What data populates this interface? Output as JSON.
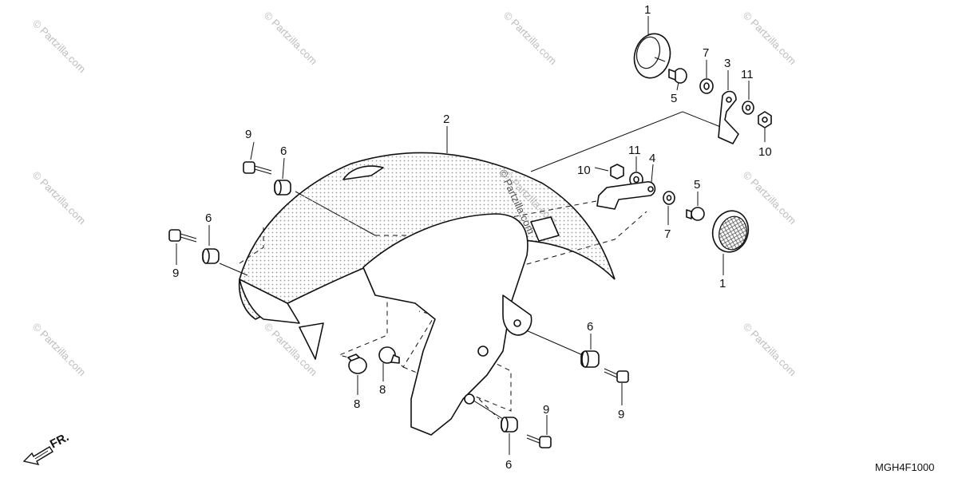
{
  "diagram_code": "MGH4F1000",
  "front_marker": "FR.",
  "watermark": "© Partzilla.com",
  "callouts": {
    "c1_top": "1",
    "c1_bottom": "1",
    "c2": "2",
    "c3": "3",
    "c4": "4",
    "c5_top": "5",
    "c5_right": "5",
    "c6_a": "6",
    "c6_b": "6",
    "c6_c": "6",
    "c6_d": "6",
    "c7_top": "7",
    "c7_mid": "7",
    "c8_a": "8",
    "c8_b": "8",
    "c9_a": "9",
    "c9_b": "9",
    "c9_c": "9",
    "c9_d": "9",
    "c10_top": "10",
    "c10_mid": "10",
    "c11_top": "11",
    "c11_mid": "11"
  }
}
